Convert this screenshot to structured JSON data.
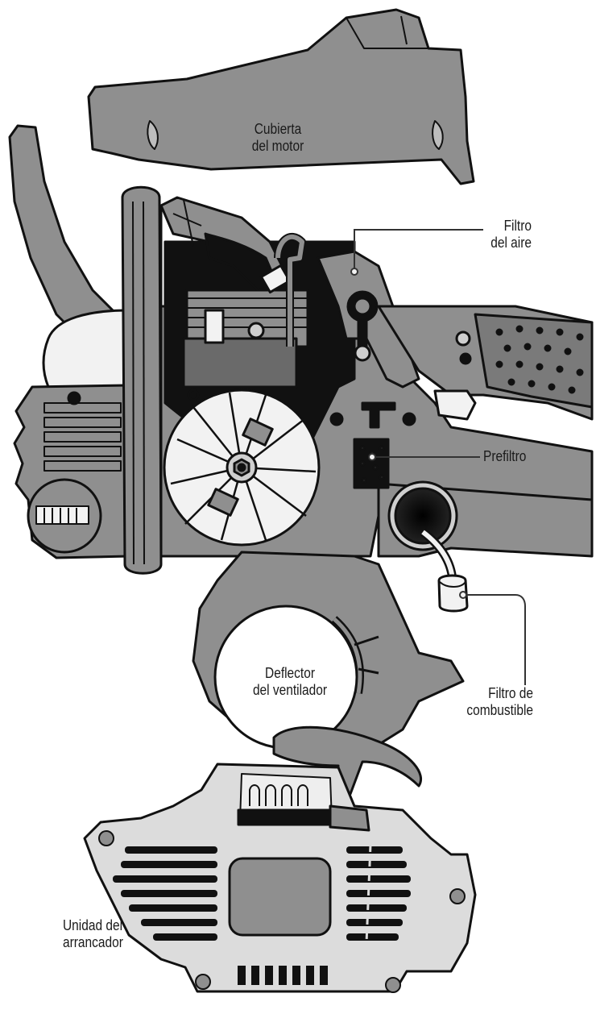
{
  "labels": {
    "engine_cover": [
      "Cubierta",
      "del motor"
    ],
    "air_filter": [
      "Filtro",
      "del aire"
    ],
    "prefilter": [
      "Prefiltro"
    ],
    "fan_deflector": [
      "Deflector",
      "del ventilador"
    ],
    "fuel_filter": [
      "Filtro de",
      "combustible"
    ],
    "starter_unit": [
      "Unidad del",
      "arrancador"
    ]
  },
  "colors": {
    "body_gray": "#8f8f8f",
    "dark_gray": "#5e5e5e",
    "light_gray": "#cfcfcf",
    "outline": "#111111",
    "white": "#f7f7f7"
  }
}
